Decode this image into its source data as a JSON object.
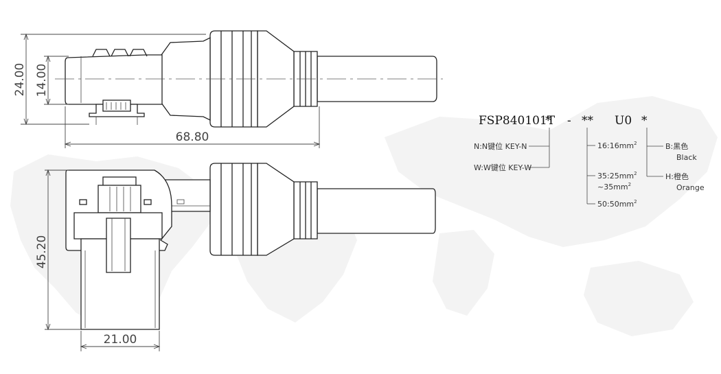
{
  "drawing": {
    "dimensions": {
      "height_outer": "24.00",
      "height_inner": "14.00",
      "length_total": "68.80",
      "height_side": "45.20",
      "width_side": "21.00"
    }
  },
  "part_number": {
    "base": "FSP840101T",
    "asterisk1": "*",
    "dash": "-",
    "asterisk2": "**",
    "suffix": "U0",
    "asterisk3": "*"
  },
  "key_options": [
    {
      "label": "N:N键位 KEY-N"
    },
    {
      "label": "W:W键位 KEY-W"
    }
  ],
  "section_options": [
    {
      "label": "16:16mm",
      "sup": "2"
    },
    {
      "label": "35:25mm",
      "sup": "2",
      "label2": "~35mm",
      "sup2": "2"
    },
    {
      "label": "50:50mm",
      "sup": "2"
    }
  ],
  "color_options": [
    {
      "label": "B:黑色",
      "label2": "Black"
    },
    {
      "label": "H:橙色",
      "label2": "Orange"
    }
  ]
}
